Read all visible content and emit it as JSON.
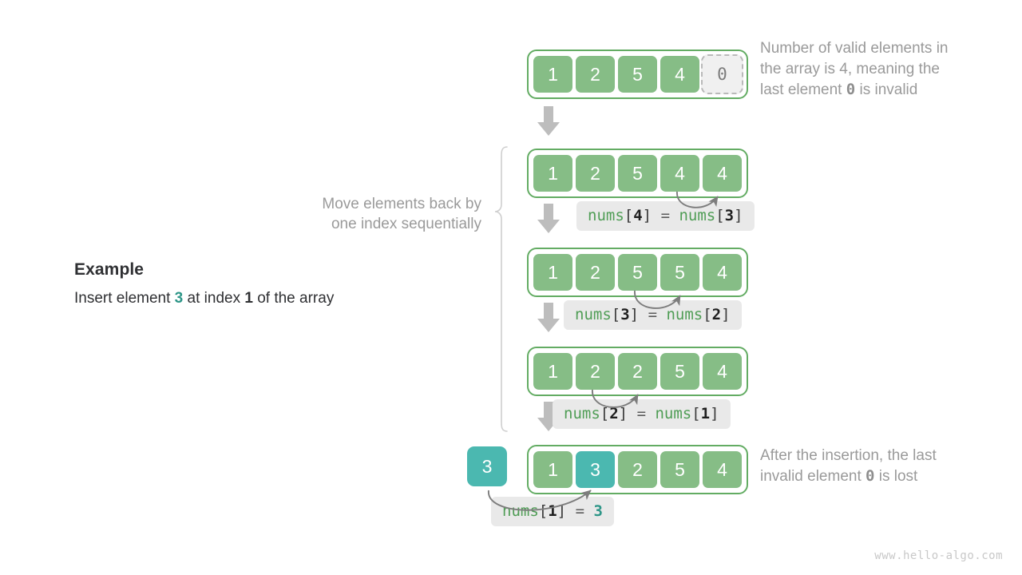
{
  "example": {
    "title": "Example",
    "desc_pre": "Insert element ",
    "desc_value": "3",
    "desc_mid": " at index ",
    "desc_index": "1",
    "desc_post": " of the array"
  },
  "notes": {
    "move_line1": "Move elements back by",
    "move_line2": "one index sequentially",
    "top_line1": "Number of valid elements in",
    "top_line2": "the array is 4, meaning the",
    "top_line3_pre": "last element ",
    "top_line3_zero": "0",
    "top_line3_post": " is invalid",
    "bottom_line1": "After the insertion, the last",
    "bottom_line2_pre": "invalid element ",
    "bottom_line2_zero": "0",
    "bottom_line2_post": " is lost"
  },
  "insert_box": {
    "value": "3"
  },
  "rows": [
    {
      "id": "row-initial",
      "cells": [
        {
          "value": "1",
          "style": "green"
        },
        {
          "value": "2",
          "style": "green"
        },
        {
          "value": "5",
          "style": "green"
        },
        {
          "value": "4",
          "style": "green"
        },
        {
          "value": "0",
          "style": "invalid"
        }
      ]
    },
    {
      "id": "row-shift-4",
      "cells": [
        {
          "value": "1",
          "style": "green"
        },
        {
          "value": "2",
          "style": "green"
        },
        {
          "value": "5",
          "style": "green"
        },
        {
          "value": "4",
          "style": "green"
        },
        {
          "value": "4",
          "style": "green"
        }
      ]
    },
    {
      "id": "row-shift-3",
      "cells": [
        {
          "value": "1",
          "style": "green"
        },
        {
          "value": "2",
          "style": "green"
        },
        {
          "value": "5",
          "style": "green"
        },
        {
          "value": "5",
          "style": "green"
        },
        {
          "value": "4",
          "style": "green"
        }
      ]
    },
    {
      "id": "row-shift-2",
      "cells": [
        {
          "value": "1",
          "style": "green"
        },
        {
          "value": "2",
          "style": "green"
        },
        {
          "value": "2",
          "style": "green"
        },
        {
          "value": "5",
          "style": "green"
        },
        {
          "value": "4",
          "style": "green"
        }
      ]
    },
    {
      "id": "row-final",
      "cells": [
        {
          "value": "1",
          "style": "green"
        },
        {
          "value": "3",
          "style": "teal"
        },
        {
          "value": "2",
          "style": "green"
        },
        {
          "value": "5",
          "style": "green"
        },
        {
          "value": "4",
          "style": "green"
        }
      ]
    }
  ],
  "code_labels": [
    {
      "id": "code-nums4",
      "fn1": "nums",
      "idx1": "4",
      "op": "=",
      "fn2": "nums",
      "idx2": "3",
      "rhs_kind": "array"
    },
    {
      "id": "code-nums3",
      "fn1": "nums",
      "idx1": "3",
      "op": "=",
      "fn2": "nums",
      "idx2": "2",
      "rhs_kind": "array"
    },
    {
      "id": "code-nums2",
      "fn1": "nums",
      "idx1": "2",
      "op": "=",
      "fn2": "nums",
      "idx2": "1",
      "rhs_kind": "array"
    },
    {
      "id": "code-nums1",
      "fn1": "nums",
      "idx1": "1",
      "op": "=",
      "value": "3",
      "rhs_kind": "value"
    }
  ],
  "watermark": "www.hello-algo.com",
  "colors": {
    "green_fill": "#86bd86",
    "green_border": "#63ac63",
    "teal": "#4bb8b0",
    "teal_text": "#2e9688",
    "gray_text": "#9a9a9a",
    "dark_text": "#2f3033",
    "chip_bg": "#e9e9e9",
    "arrow_gray": "#bdbdbd",
    "curve_gray": "#7d7d7d"
  }
}
